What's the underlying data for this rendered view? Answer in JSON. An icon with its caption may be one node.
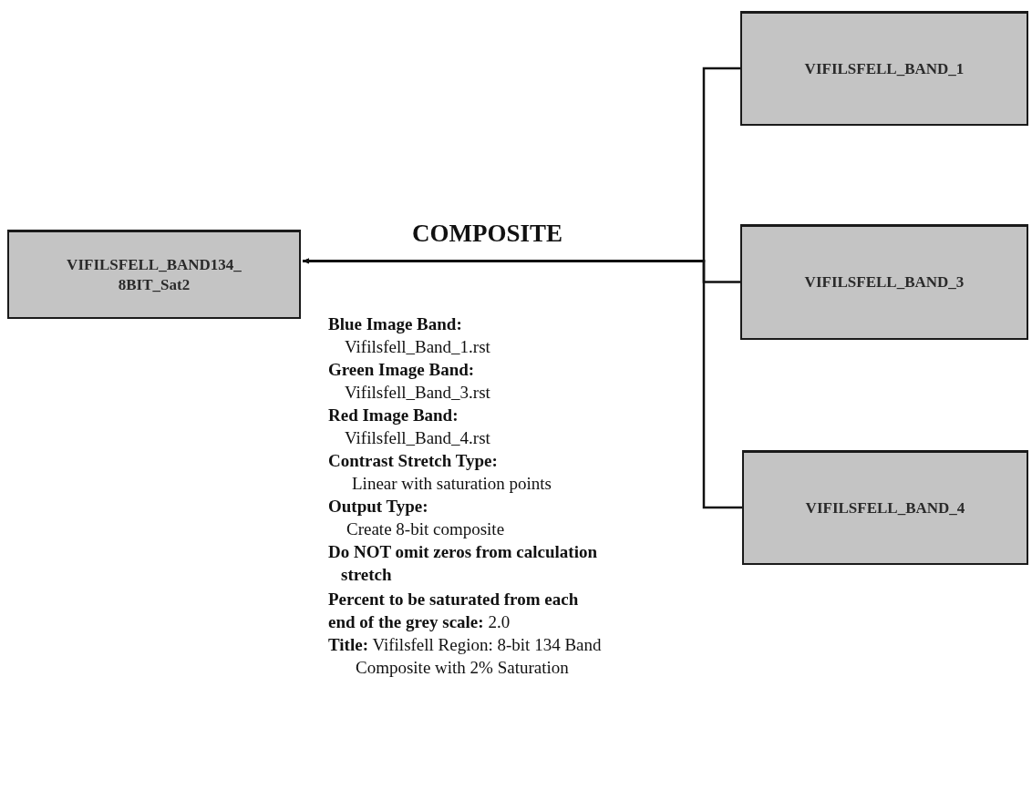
{
  "diagram": {
    "nodes": [
      {
        "text": [
          "VIFILSFELL_BAND134_ 8BIT_Sat2"
        ]
      },
      {
        "text": [
          "VIFILSFELL_BAND_1"
        ]
      },
      {
        "text": [
          "VIFILSFELL_BAND_3"
        ]
      },
      {
        "text": [
          "VIFILSFELL_BAND_4"
        ]
      }
    ],
    "edges": [
      {
        "from": 1,
        "to": 0,
        "arrow": "to"
      },
      {
        "from": 2,
        "to": 0,
        "arrow": "to",
        "label": "COMPOSITE"
      },
      {
        "from": 3,
        "to": 0,
        "arrow": "to"
      }
    ],
    "labels": [
      "Blue Image Band:",
      "Vifilsfell_Band_1.rst",
      "Green Image Band:",
      "Vifilsfell_Band_3.rst",
      "Red Image Band:",
      "Vifilsfell_Band_4.rst",
      "Contrast Stretch Type:",
      "Linear with saturation points",
      "Output Type:",
      "Create 8-bit composite",
      "Do NOT omit zeros from calculation stretch",
      "**Percent to be saturated from each end of the grey scale:** 2.0",
      "**Title:** Vifilsfell Region: 8-bit 134 Band Composite with 2% Saturation"
    ]
  }
}
